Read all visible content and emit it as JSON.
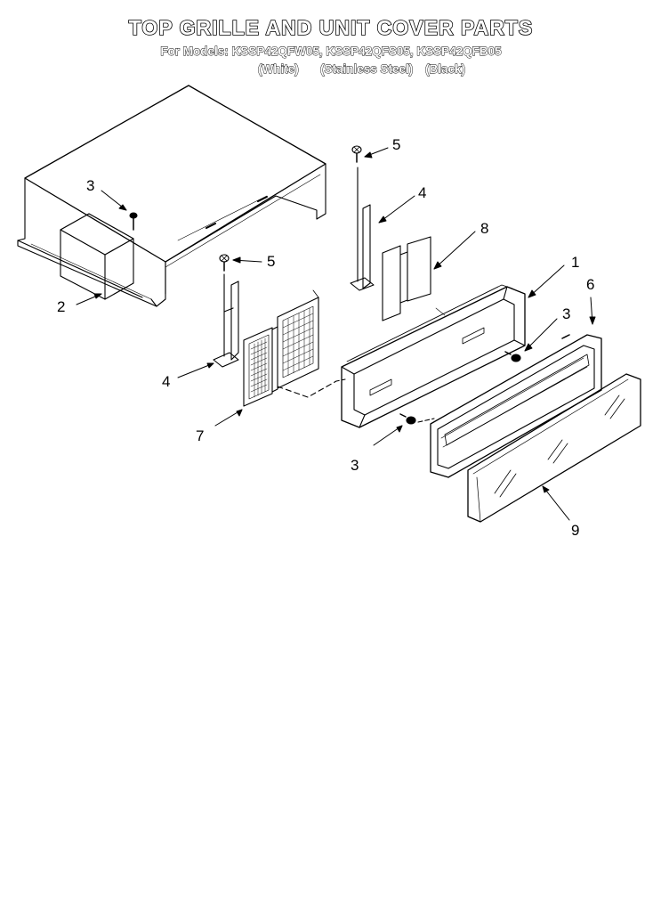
{
  "title": "TOP GRILLE AND UNIT COVER PARTS",
  "models_line": "For Models: KSSP42QFW05, KSSP42QFS05, KSSP42QFB05",
  "finishes": [
    "(White)",
    "(Stainless Steel)",
    "(Black)"
  ],
  "callouts": {
    "c1": "1",
    "c2": "2",
    "c3a": "3",
    "c3b": "3",
    "c3c": "3",
    "c4a": "4",
    "c4b": "4",
    "c5a": "5",
    "c5b": "5",
    "c6": "6",
    "c7": "7",
    "c8": "8",
    "c9": "9"
  }
}
